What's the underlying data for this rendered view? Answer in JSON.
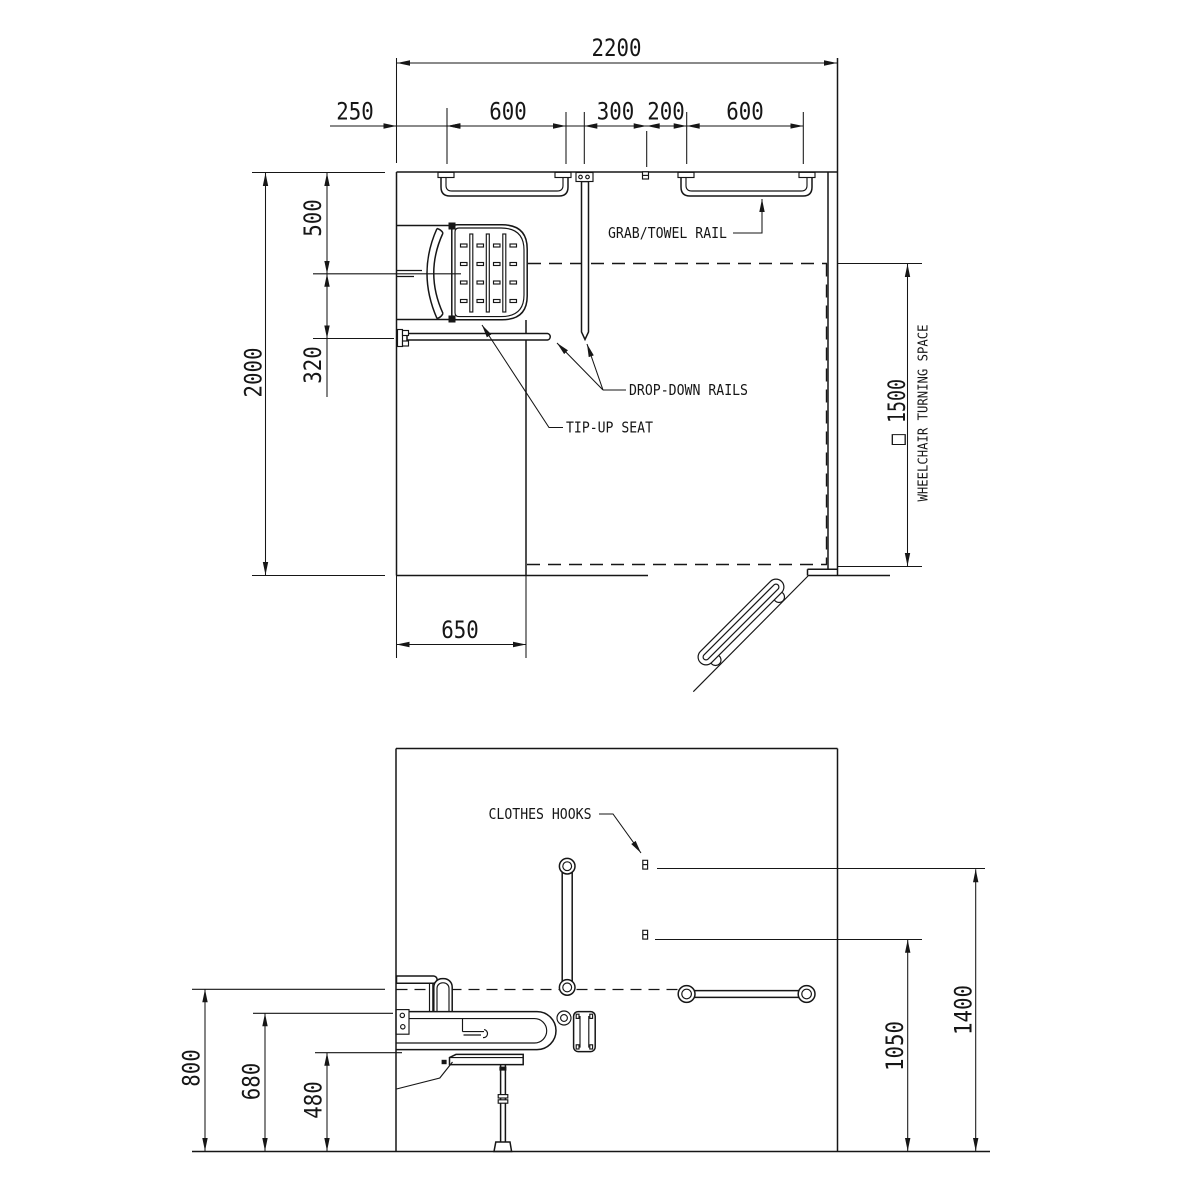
{
  "plan_view": {
    "dimensions": {
      "overall_width": "2200",
      "left_offset": "250",
      "left_rail_width": "600",
      "rail_spacing": "300",
      "hook_spacing": "200",
      "right_rail_width": "600",
      "room_depth": "2000",
      "wall_to_seat_center": "500",
      "seat_center_to_rail": "320",
      "seat_recess_width": "650",
      "turning_space": "□ 1500"
    },
    "labels": {
      "grab_towel_rail": "GRAB/TOWEL RAIL",
      "drop_down_rails": "DROP-DOWN RAILS",
      "tip_up_seat": "TIP-UP SEAT",
      "wheelchair_turning_space": "WHEELCHAIR TURNING SPACE"
    }
  },
  "elevation_view": {
    "dimensions": {
      "grab_rail_height": "800",
      "drop_down_rail_height": "680",
      "seat_height": "480",
      "lower_hook_height": "1050",
      "upper_hook_height": "1400"
    },
    "labels": {
      "clothes_hooks": "CLOTHES HOOKS"
    }
  }
}
